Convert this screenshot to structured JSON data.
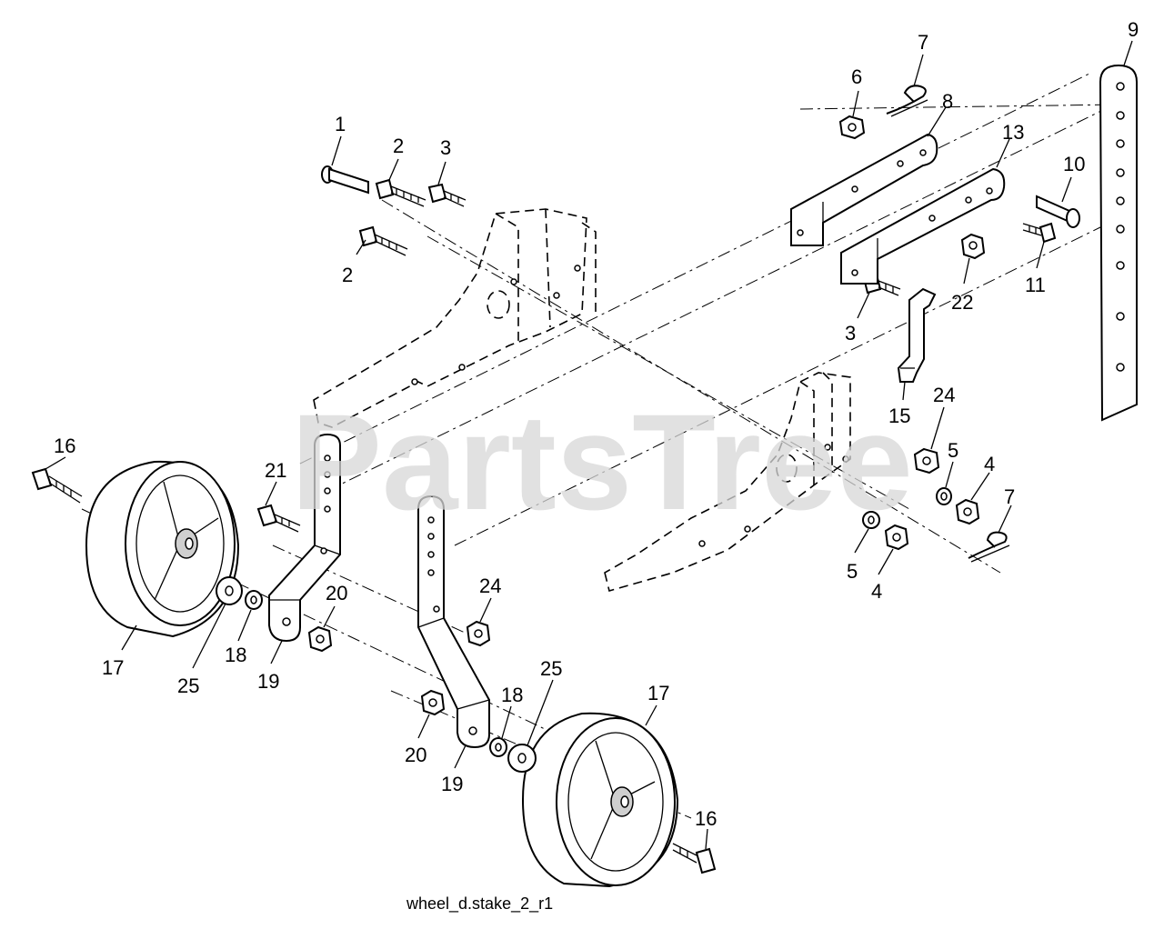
{
  "watermark": "PartsTree",
  "caption": "wheel_d.stake_2_r1",
  "labels": {
    "n1": "1",
    "n2a": "2",
    "n2b": "2",
    "n3a": "3",
    "n3b": "3",
    "n4a": "4",
    "n4b": "4",
    "n5a": "5",
    "n5b": "5",
    "n6": "6",
    "n7a": "7",
    "n7b": "7",
    "n8": "8",
    "n9": "9",
    "n10": "10",
    "n11": "11",
    "n13": "13",
    "n15": "15",
    "n16a": "16",
    "n16b": "16",
    "n17a": "17",
    "n17b": "17",
    "n18a": "18",
    "n18b": "18",
    "n19a": "19",
    "n19b": "19",
    "n20a": "20",
    "n20b": "20",
    "n21": "21",
    "n22": "22",
    "n24a": "24",
    "n24b": "24",
    "n25a": "25",
    "n25b": "25"
  },
  "colors": {
    "line": "#000000",
    "shade": "#cfcfcf",
    "watermark": "#d8d8d8"
  }
}
